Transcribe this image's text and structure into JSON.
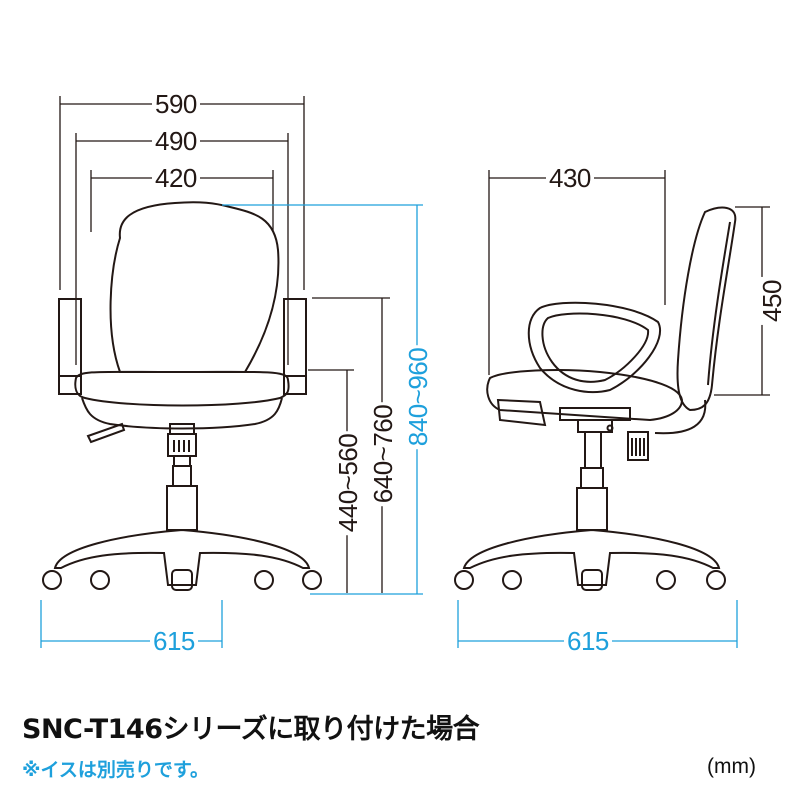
{
  "diagram": {
    "type": "chair-dimension-drawing",
    "unit_label": "(mm)",
    "colors": {
      "line": "#231815",
      "accent": "#1ea0dc"
    },
    "front_view": {
      "dimensions": {
        "overall_width": "590",
        "armrest_width": "490",
        "backrest_width": "420",
        "seat_height": "440~560",
        "armrest_height": "640~760",
        "overall_height": "840~960",
        "base_width": "615"
      }
    },
    "side_view": {
      "dimensions": {
        "depth": "430",
        "backrest_height": "450",
        "base_width": "615"
      }
    }
  },
  "caption": {
    "title": "SNC-T146シリーズに取り付けた場合",
    "note": "※イスは別売りです。"
  }
}
